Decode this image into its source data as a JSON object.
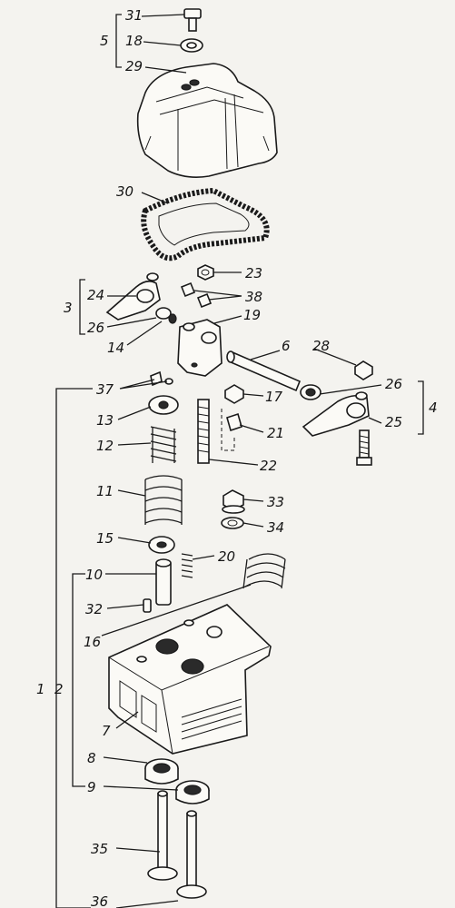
{
  "callouts": {
    "c1": "1",
    "c2": "2",
    "c3": "3",
    "c4": "4",
    "c5": "5",
    "c6": "6",
    "c7": "7",
    "c8": "8",
    "c9": "9",
    "c10": "10",
    "c11": "11",
    "c12": "12",
    "c13": "13",
    "c14": "14",
    "c15": "15",
    "c16": "16",
    "c17": "17",
    "c18": "18",
    "c19": "19",
    "c20": "20",
    "c21": "21",
    "c22": "22",
    "c23": "23",
    "c24": "24",
    "c25": "25",
    "c26a": "26",
    "c26b": "26",
    "c28": "28",
    "c29": "29",
    "c30": "30",
    "c31": "31",
    "c32": "32",
    "c33": "33",
    "c34": "34",
    "c35": "35",
    "c36": "36",
    "c37": "37",
    "c38": "38"
  }
}
